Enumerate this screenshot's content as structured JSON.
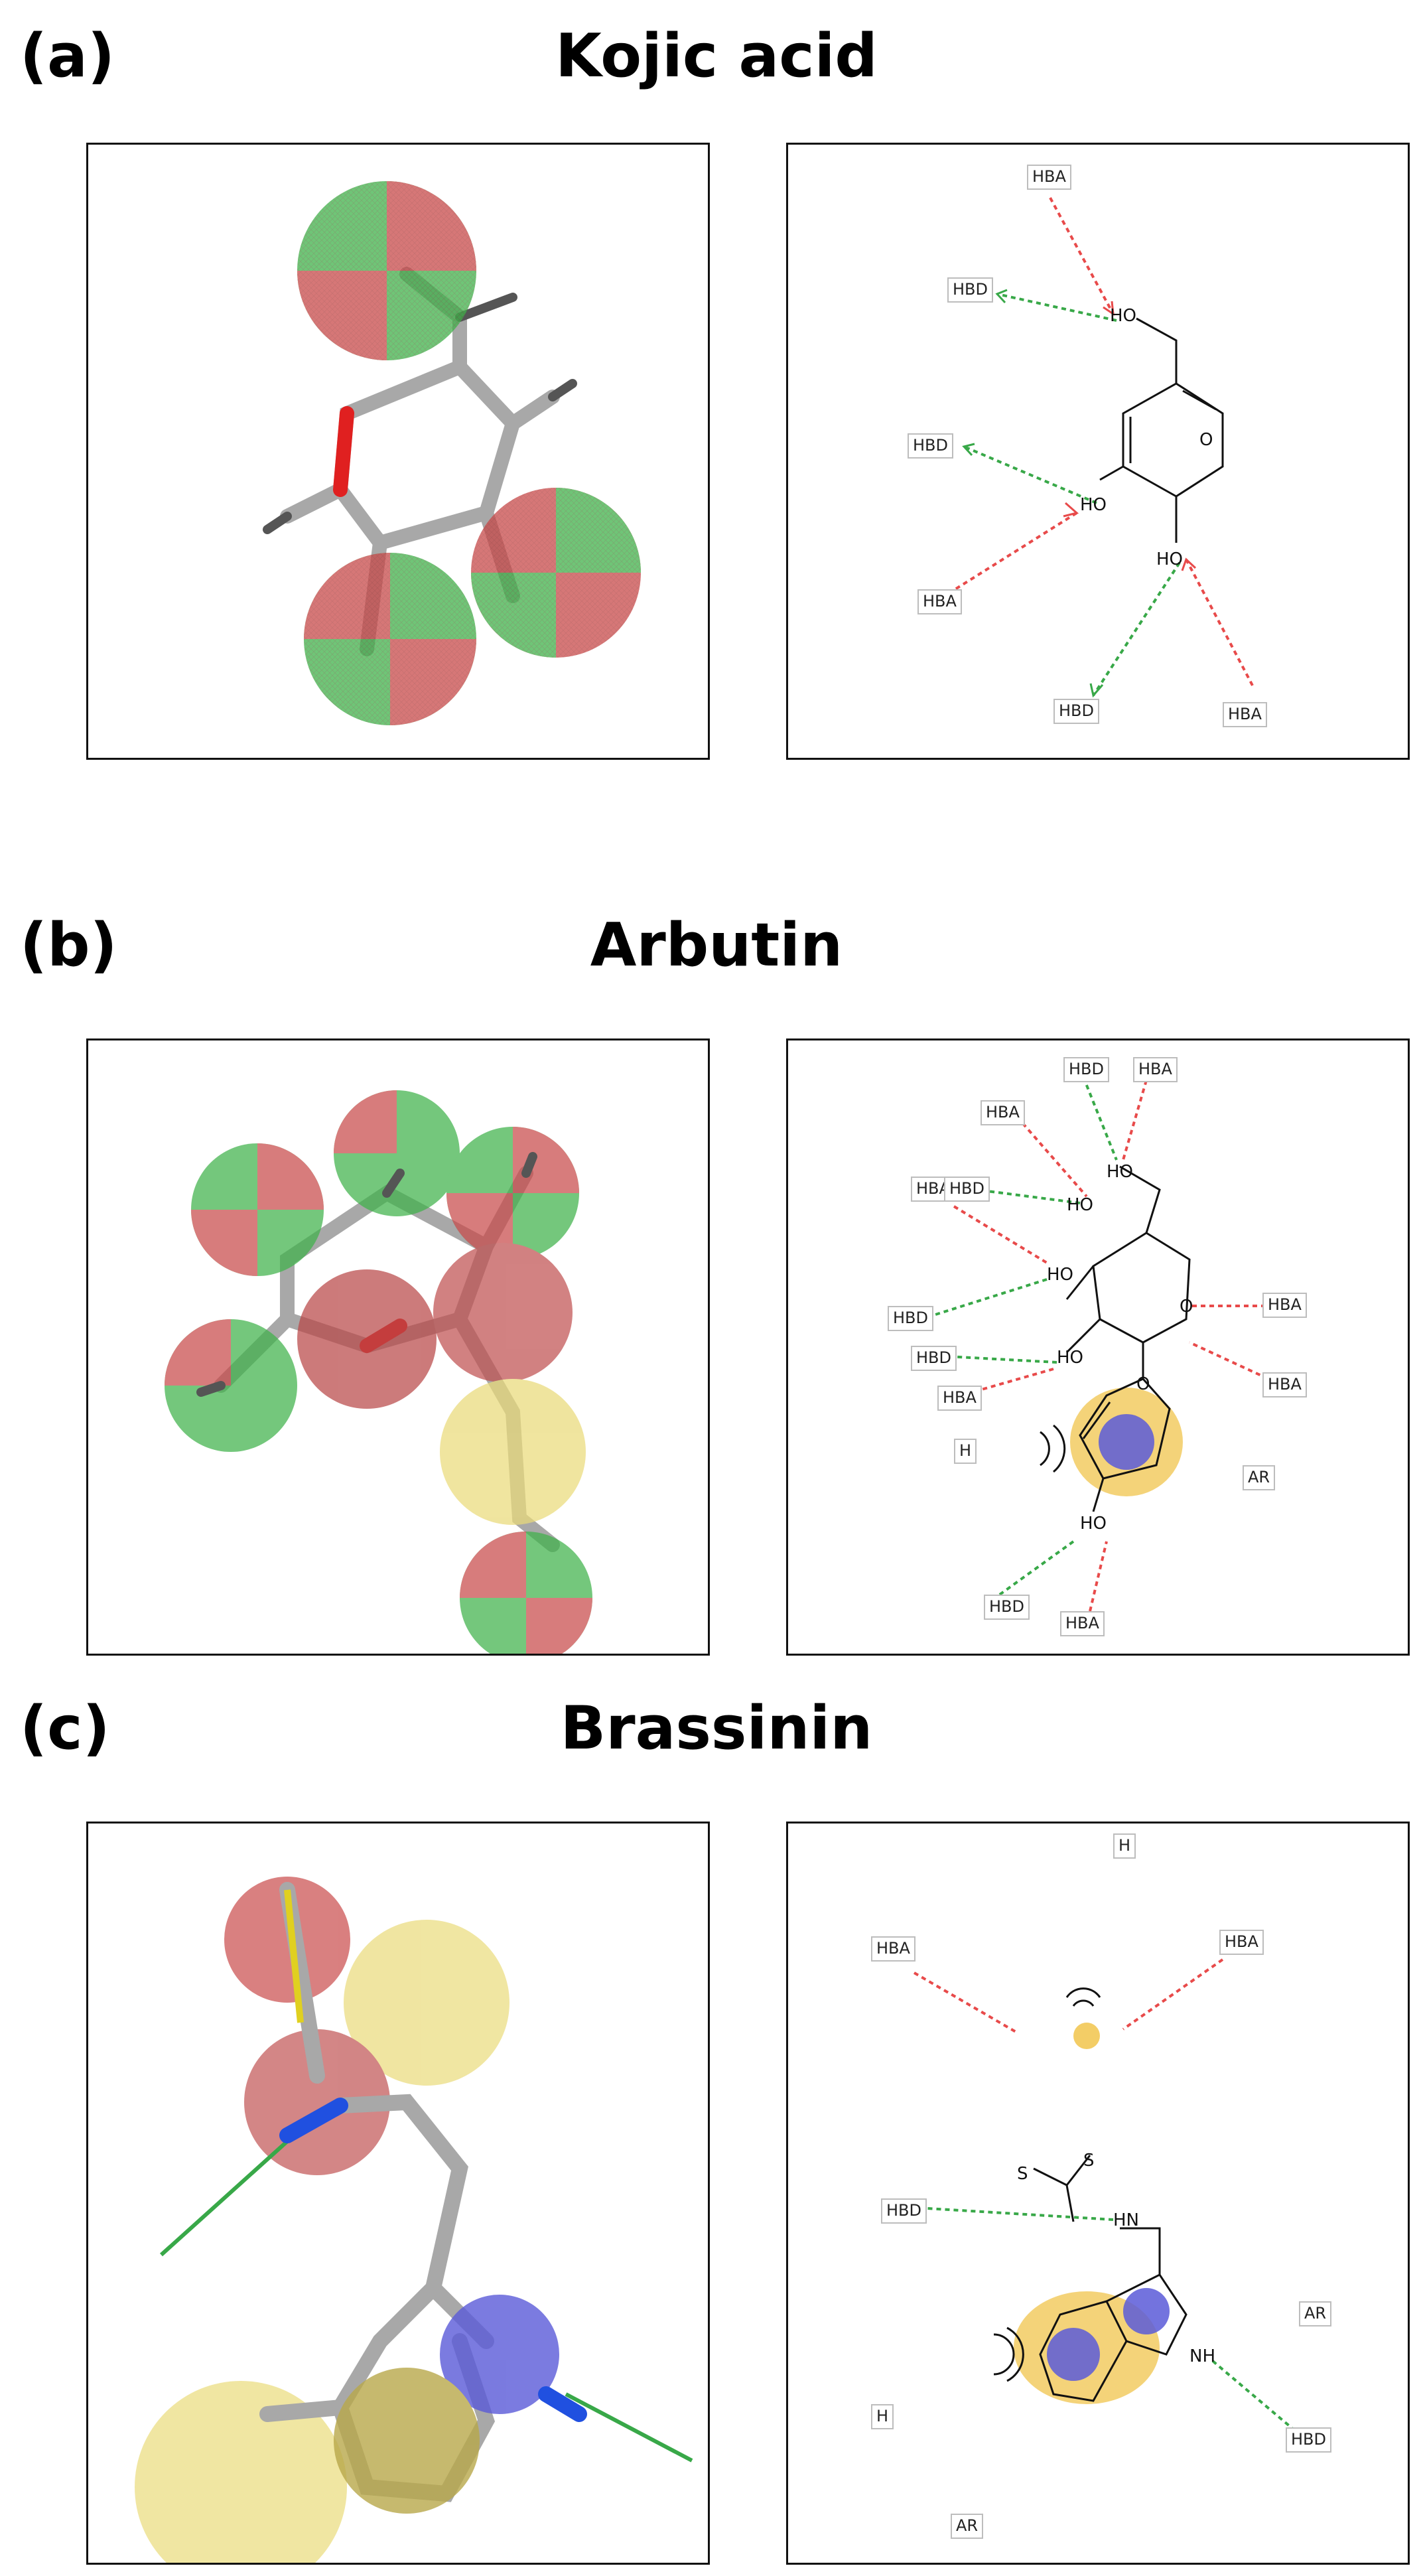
{
  "panels": [
    {
      "label": "(a)",
      "title": "Kojic acid"
    },
    {
      "label": "(b)",
      "title": "Arbutin"
    },
    {
      "label": "(c)",
      "title": "Brassinin"
    }
  ],
  "colors": {
    "acceptor": "#e84a4a",
    "donor": "#38a848",
    "hydrophobic": "#f0c040",
    "aromatic": "#5a5ad8",
    "bond": "#111111",
    "oxygen": "#e02020",
    "nitrogen": "#2050e0"
  },
  "feature_labels": {
    "acceptor": "HBA",
    "donor": "HBD",
    "hydrophobic": "H",
    "aromatic": "AR"
  },
  "atoms": {
    "ho": "HO",
    "o": "O",
    "s": "S",
    "hn": "HN",
    "nh": "NH"
  }
}
